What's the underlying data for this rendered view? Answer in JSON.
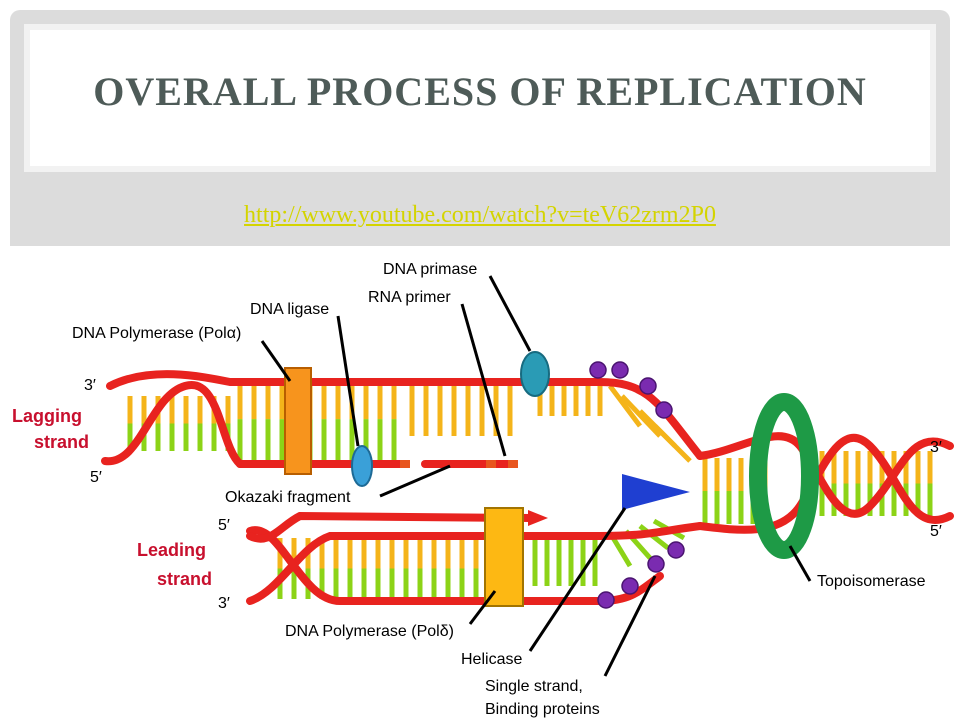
{
  "slide": {
    "title": "OVERALL PROCESS OF REPLICATION",
    "link": "http://www.youtube.com/watch?v=teV62zrm2P0"
  },
  "diagram": {
    "labels": {
      "dna_primase": "DNA primase",
      "rna_primer": "RNA primer",
      "dna_ligase": "DNA ligase",
      "pol_alpha": "DNA Polymerase (Polα)",
      "okazaki": "Okazaki fragment",
      "pol_delta": "DNA Polymerase (Polδ)",
      "helicase": "Helicase",
      "topoisomerase": "Topoisomerase",
      "ssb_line1": "Single strand,",
      "ssb_line2": "Binding proteins"
    },
    "strands": {
      "lagging_line1": "Lagging",
      "lagging_line2": "strand",
      "leading_line1": "Leading",
      "leading_line2": "strand"
    },
    "ends": {
      "lag_3": "3′",
      "lag_5": "5′",
      "lead_5": "5′",
      "lead_3": "3′",
      "right_3": "3′",
      "right_5": "5′"
    },
    "colors": {
      "backbone": "#e8231f",
      "base_green": "#8cd317",
      "base_yellow": "#f4b41a",
      "polymerase_alpha": "#f7941d",
      "polymerase_delta": "#fdb813",
      "primase": "#2a9bb5",
      "ligase": "#3aa0d8",
      "helicase": "#1f3fd1",
      "topoisomerase": "#1e9a46",
      "ssb": "#7a2bb0"
    }
  }
}
